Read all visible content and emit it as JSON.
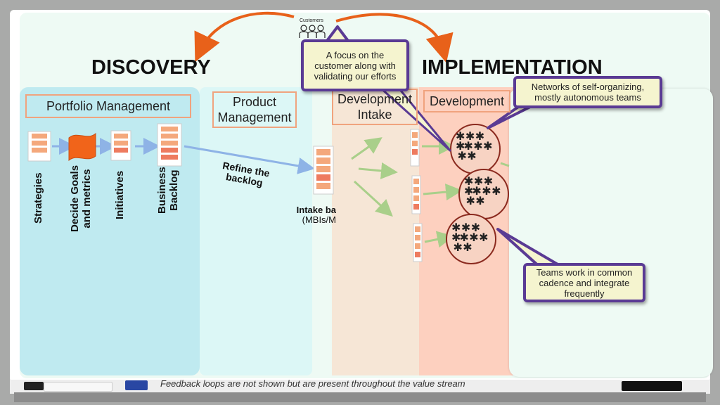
{
  "headings": {
    "discovery": "DISCOVERY",
    "implementation": "IMPLEMENTATION"
  },
  "customers": {
    "label": "Customers"
  },
  "sections": {
    "portfolio": "Portfolio Management",
    "product_line1": "Product",
    "product_line2": "Management",
    "dev_intake_line1": "Development",
    "dev_intake_line2": "Intake",
    "development": "Development"
  },
  "stages": {
    "strategies": "Strategies",
    "goals_line1": "Decide Goals",
    "goals_line2": "and metrics",
    "initiatives": "Initiatives",
    "backlog_line1": "Business",
    "backlog_line2": "Backlog"
  },
  "arrow_labels": {
    "refine_line1": "Refine the",
    "refine_line2": "backlog"
  },
  "intake": {
    "line1": "Intake ba",
    "line2": "(MBIs/M"
  },
  "callouts": {
    "customer_focus": "A focus on the customer along with validating our efforts",
    "networks": "Networks of self-organizing, mostly autonomous teams",
    "cadence": "Teams work in common cadence and integrate frequently"
  },
  "footer": {
    "note": "Feedback loops are not shown but are present throughout the value stream"
  },
  "colors": {
    "discovery_bg": "#bfeaf0",
    "product_bg": "#dcf7f6",
    "intake_bg": "#f6e6d6",
    "development_bg": "#fdd0bf",
    "board_bg": "#eefaf4",
    "orange_arrow": "#e8611a",
    "blue_arrow": "#8eb3e6",
    "green_arrow": "#a9cf8a",
    "callout_border": "#5a3a94",
    "callout_fill": "#f5f4cf"
  }
}
